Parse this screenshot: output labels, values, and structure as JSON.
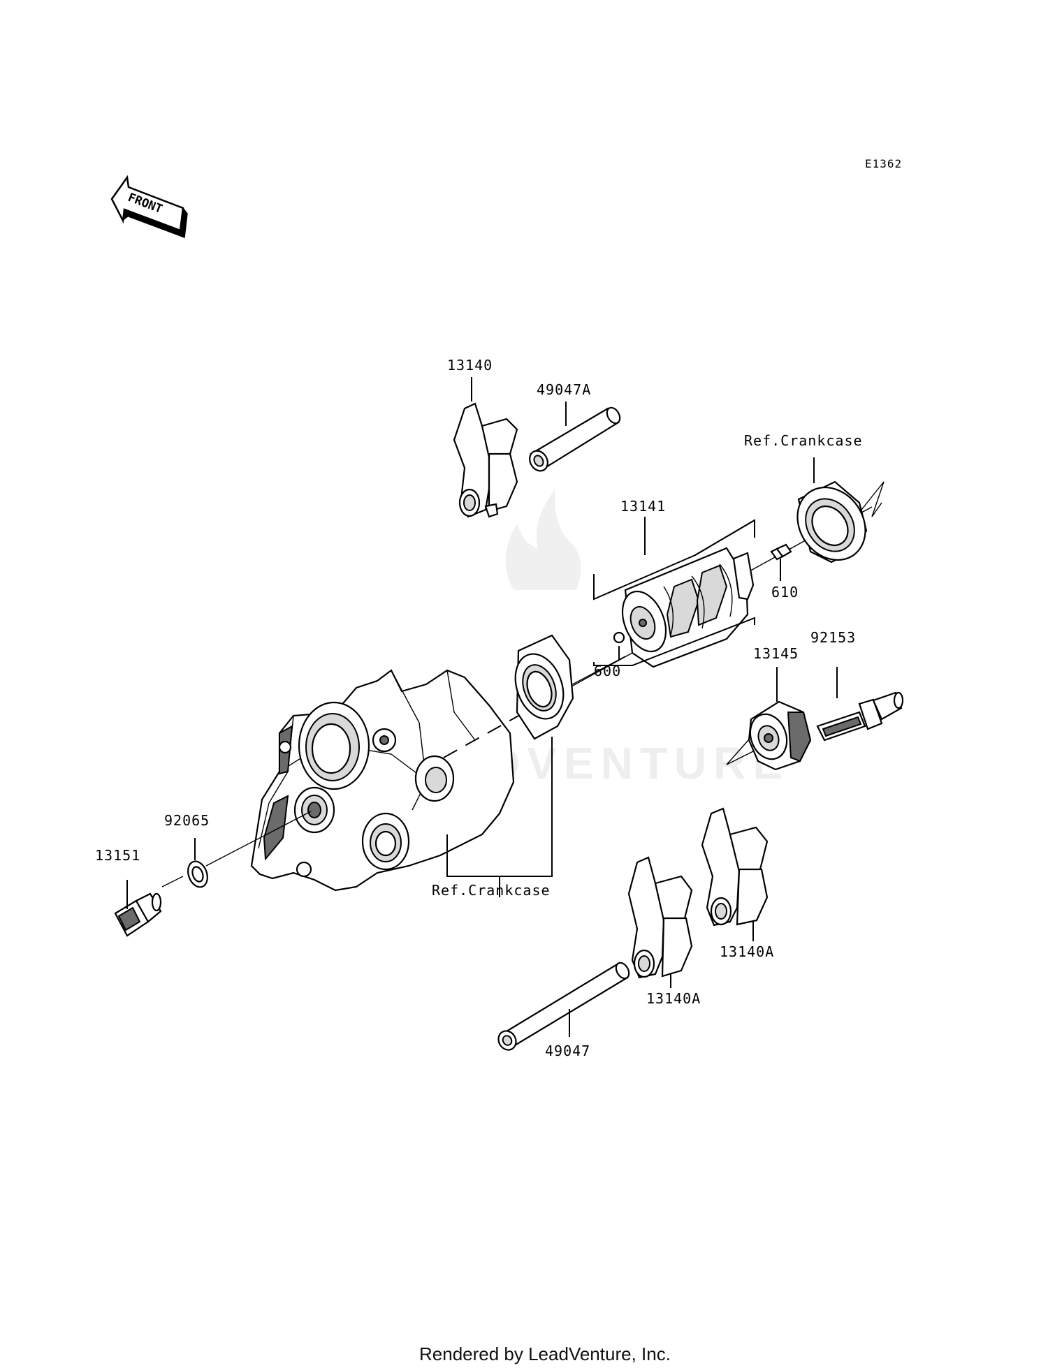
{
  "diagram": {
    "code": "E1362",
    "front_label": "FRONT",
    "watermark_text": "LEADVENTURE",
    "callouts": {
      "shift_fork_top": "13140",
      "shaft_top": "49047A",
      "ref_crankcase_top": "Ref.Crankcase",
      "shift_drum": "13141",
      "pin_610": "610",
      "ball_600": "600",
      "operating_plate": "13145",
      "bolt": "92153",
      "washer": "92065",
      "switch": "13151",
      "ref_crankcase_bottom": "Ref.Crankcase",
      "shift_fork_b": "13140A",
      "shift_fork_c": "13140A",
      "shaft_bottom": "49047"
    }
  },
  "footer": {
    "rendered_by": "Rendered by LeadVenture, Inc."
  }
}
